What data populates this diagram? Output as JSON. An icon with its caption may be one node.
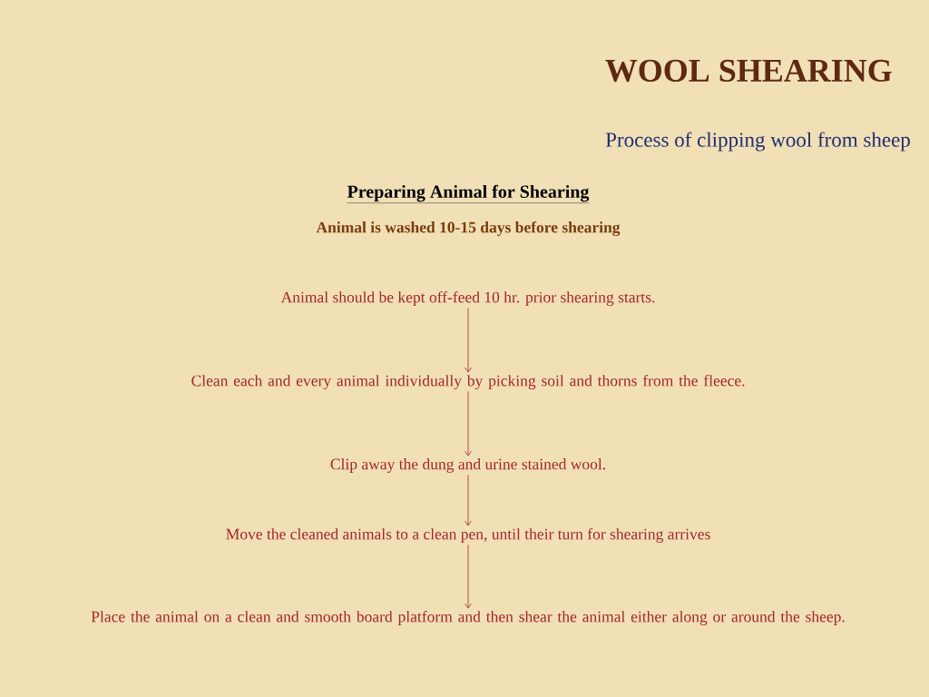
{
  "diagram": {
    "title": "WOOL SHEARING",
    "nodes": [
      {
        "text": [
          "Animal should be kept off-feed 10 hr. prior shearing starts."
        ]
      },
      {
        "text": [
          "Clean each and every animal individually by picking soil and thorns from the fleece."
        ]
      },
      {
        "text": [
          "Clip away the dung and urine stained wool."
        ]
      },
      {
        "text": [
          "Move the cleaned animals to a clean pen, until their turn for shearing arrives"
        ]
      },
      {
        "text": [
          "Place the animal on a clean and smooth board platform and then shear the animal either along or around the sheep."
        ]
      }
    ],
    "edges": [
      {
        "from": 0,
        "to": 1,
        "arrow": "to"
      },
      {
        "from": 1,
        "to": 2,
        "arrow": "to"
      },
      {
        "from": 2,
        "to": 3,
        "arrow": "to"
      },
      {
        "from": 3,
        "to": 4,
        "arrow": "to"
      }
    ],
    "labels": [
      "Process of clipping wool from sheep",
      "Preparing Animal for Shearing",
      "Animal is washed 10-15 days before shearing"
    ]
  }
}
